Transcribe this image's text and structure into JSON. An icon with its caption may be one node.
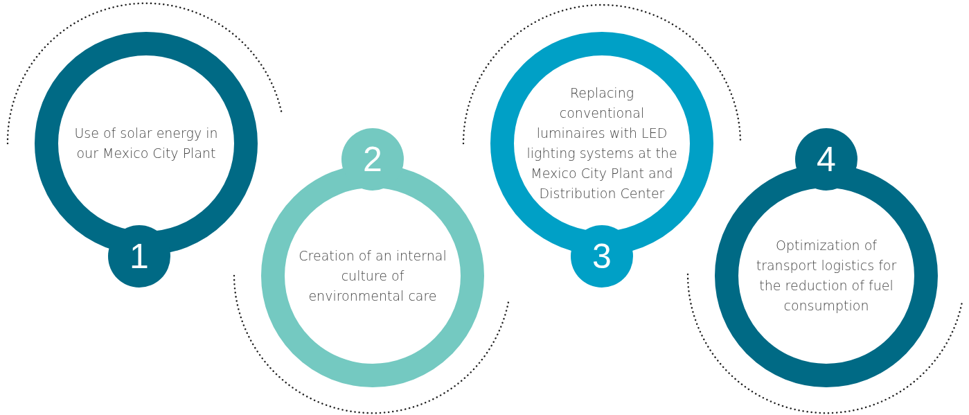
{
  "diagram": {
    "nodes": [
      {
        "text": [
          "Use of solar energy in our Mexico City Plant"
        ]
      },
      {
        "text": [
          "1"
        ]
      },
      {
        "text": [
          "Creation of an internal culture of environmental care"
        ]
      },
      {
        "text": [
          "2"
        ]
      },
      {
        "text": [
          "Replacing conventional luminaires with LED lighting systems at the Mexico City Plant and Distribution Center"
        ]
      },
      {
        "text": [
          "3"
        ]
      },
      {
        "text": [
          "Optimization of transport logistics for the reduction of fuel consumption"
        ]
      },
      {
        "text": [
          "4"
        ]
      }
    ]
  }
}
